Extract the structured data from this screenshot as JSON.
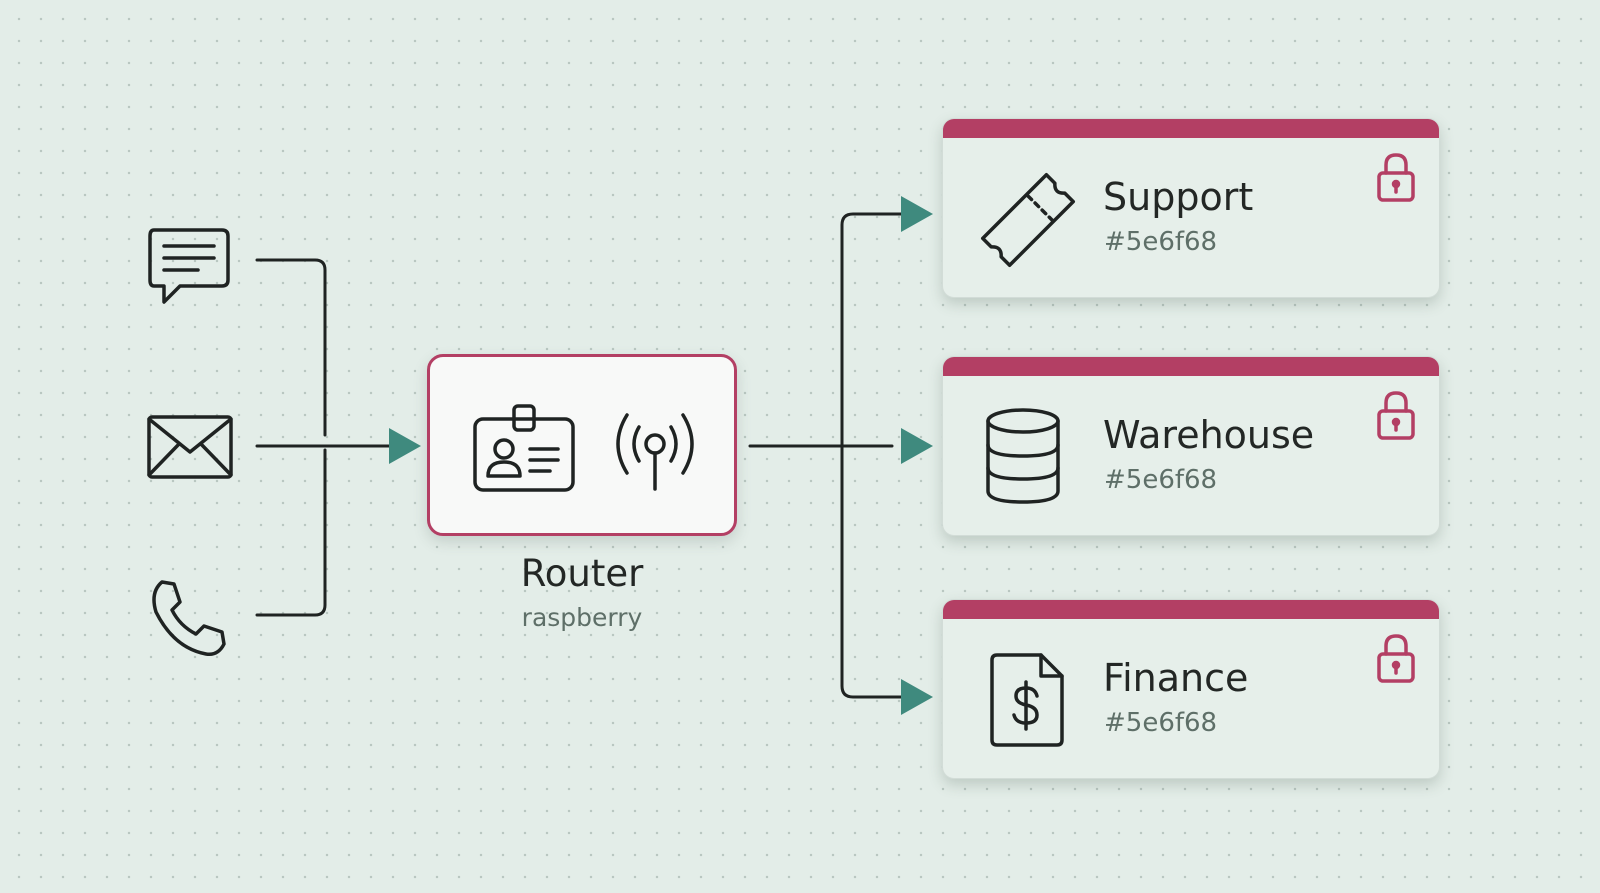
{
  "colors": {
    "accent": "#b33f64",
    "arrow": "#3f8a7e",
    "line": "#1f2322",
    "muted": "#5e6f68",
    "background": "#e3ede8"
  },
  "inputs": [
    {
      "icon": "chat-bubble-icon"
    },
    {
      "icon": "envelope-icon"
    },
    {
      "icon": "phone-icon"
    }
  ],
  "router": {
    "title": "Router",
    "subtitle": "raspberry",
    "icons": [
      "id-badge-icon",
      "broadcast-antenna-icon"
    ]
  },
  "destinations": [
    {
      "title": "Support",
      "subtitle": "#5e6f68",
      "icon": "ticket-icon",
      "locked": true
    },
    {
      "title": "Warehouse",
      "subtitle": "#5e6f68",
      "icon": "database-icon",
      "locked": true
    },
    {
      "title": "Finance",
      "subtitle": "#5e6f68",
      "icon": "invoice-dollar-icon",
      "locked": true
    }
  ]
}
